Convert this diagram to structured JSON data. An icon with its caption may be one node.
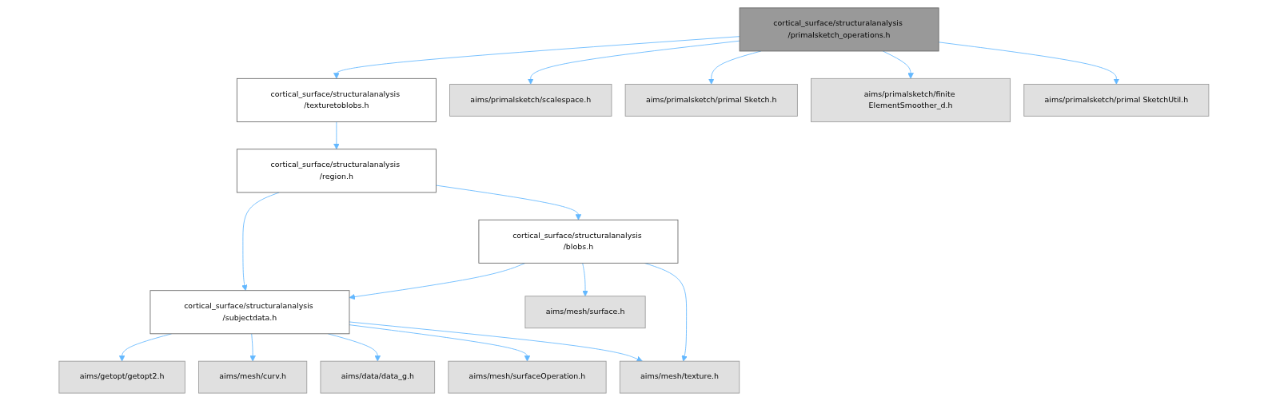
{
  "diagram": {
    "nodes": [
      {
        "text": [
          "cortical_surface/structuralanalysis /primalsketch_operations.h"
        ]
      },
      {
        "text": [
          "cortical_surface/structuralanalysis /texturetoblobs.h"
        ]
      },
      {
        "text": [
          "aims/primalsketch/scalespace.h"
        ]
      },
      {
        "text": [
          "aims/primalsketch/primal Sketch.h"
        ]
      },
      {
        "text": [
          "aims/primalsketch/finite ElementSmoother_d.h"
        ]
      },
      {
        "text": [
          "aims/primalsketch/primal SketchUtil.h"
        ]
      },
      {
        "text": [
          "cortical_surface/structuralanalysis /region.h"
        ]
      },
      {
        "text": [
          "cortical_surface/structuralanalysis /blobs.h"
        ]
      },
      {
        "text": [
          "cortical_surface/structuralanalysis /subjectdata.h"
        ]
      },
      {
        "text": [
          "aims/mesh/surface.h"
        ]
      },
      {
        "text": [
          "aims/getopt/getopt2.h"
        ]
      },
      {
        "text": [
          "aims/mesh/curv.h"
        ]
      },
      {
        "text": [
          "aims/data/data_g.h"
        ]
      },
      {
        "text": [
          "aims/mesh/surfaceOperation.h"
        ]
      },
      {
        "text": [
          "aims/mesh/texture.h"
        ]
      }
    ],
    "edges": [
      {
        "from": 0,
        "to": 1,
        "arrow": "to"
      },
      {
        "from": 0,
        "to": 2,
        "arrow": "to"
      },
      {
        "from": 0,
        "to": 3,
        "arrow": "to"
      },
      {
        "from": 0,
        "to": 4,
        "arrow": "to"
      },
      {
        "from": 0,
        "to": 5,
        "arrow": "to"
      },
      {
        "from": 1,
        "to": 6,
        "arrow": "to"
      },
      {
        "from": 6,
        "to": 8,
        "arrow": "to"
      },
      {
        "from": 6,
        "to": 7,
        "arrow": "to"
      },
      {
        "from": 7,
        "to": 8,
        "arrow": "to"
      },
      {
        "from": 7,
        "to": 9,
        "arrow": "to"
      },
      {
        "from": 7,
        "to": 14,
        "arrow": "to"
      },
      {
        "from": 8,
        "to": 10,
        "arrow": "to"
      },
      {
        "from": 8,
        "to": 11,
        "arrow": "to"
      },
      {
        "from": 8,
        "to": 12,
        "arrow": "to"
      },
      {
        "from": 8,
        "to": 13,
        "arrow": "to"
      },
      {
        "from": 8,
        "to": 14,
        "arrow": "to"
      }
    ]
  }
}
